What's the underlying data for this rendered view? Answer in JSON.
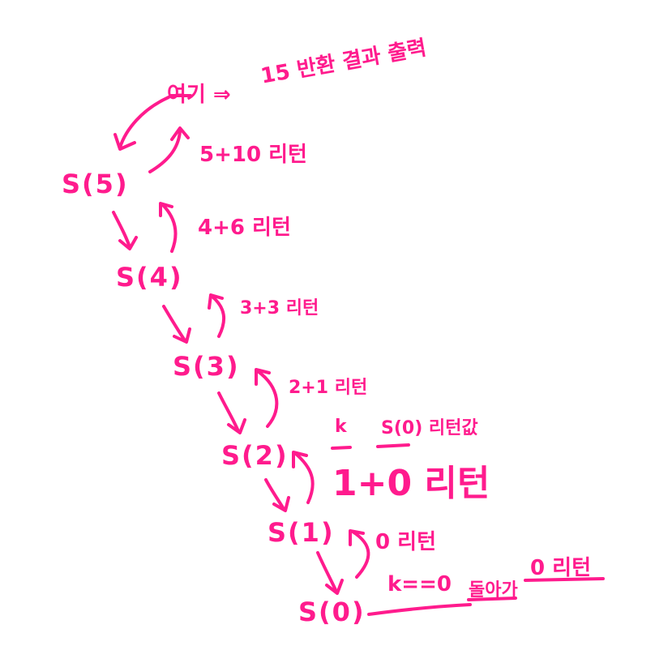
{
  "colors": {
    "ink": "#ff1b8d",
    "background": "#ffffff"
  },
  "nodes": {
    "s5": "S(5)",
    "s4": "S(4)",
    "s3": "S(3)",
    "s2": "S(2)",
    "s1": "S(1)",
    "s0": "S(0)"
  },
  "annotations": {
    "here_arrow": "여기 ⇒",
    "result": "15 반환 결과 출력",
    "return_5": "5+10 리턴",
    "return_4": "4+6 리턴",
    "return_3": "3+3 리턴",
    "return_2": "2+1 리턴",
    "k_label": "k",
    "s0_return_label": "S(0) 리턴값",
    "return_1": "1+0 리턴",
    "return_0": "0 리턴",
    "base_condition": "k==0",
    "goes_back": "돌아가",
    "base_return": "0 리턴"
  }
}
